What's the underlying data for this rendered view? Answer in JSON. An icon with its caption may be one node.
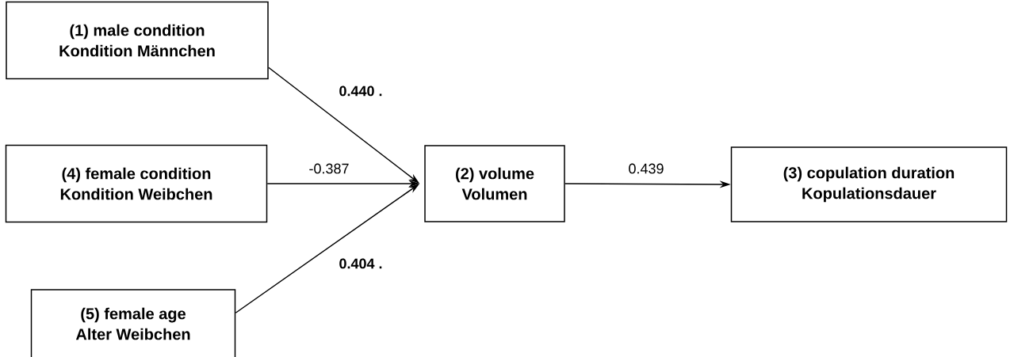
{
  "diagram": {
    "nodes": [
      {
        "text": [
          "(1) male condition",
          "Kondition Männchen"
        ]
      },
      {
        "text": [
          "(4) female condition",
          "Kondition Weibchen"
        ]
      },
      {
        "text": [
          "(2) volume",
          "Volumen"
        ]
      },
      {
        "text": [
          "(3) copulation duration",
          "Kopulationsdauer"
        ]
      },
      {
        "text": [
          "(5) female age",
          "Alter Weibchen"
        ]
      }
    ],
    "edges": [
      {
        "from": 0,
        "to": 2,
        "arrow": "to",
        "label": "0.440 ."
      },
      {
        "from": 1,
        "to": 2,
        "arrow": "to",
        "label": "-0.387"
      },
      {
        "from": 4,
        "to": 2,
        "arrow": "to",
        "label": "0.404 ."
      },
      {
        "from": 2,
        "to": 3,
        "arrow": "to",
        "label": "0.439"
      }
    ]
  }
}
